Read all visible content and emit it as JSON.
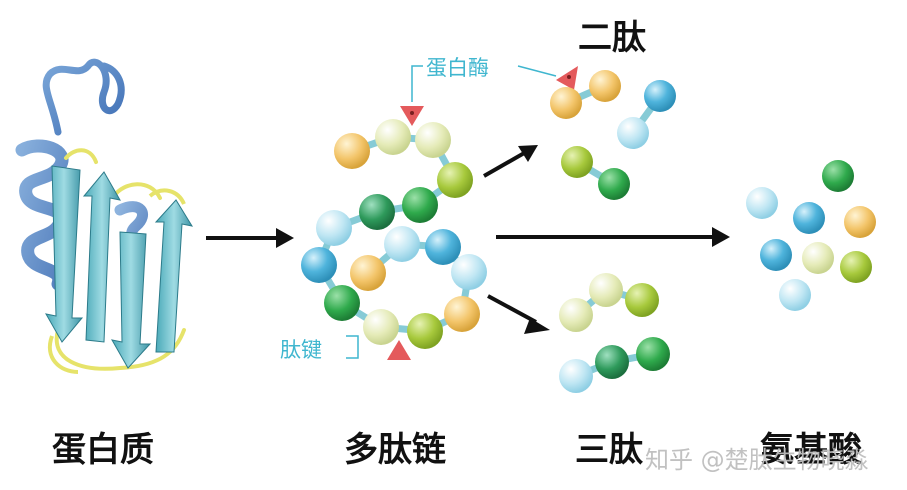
{
  "labels": {
    "protein": "蛋白质",
    "polypeptide": "多肽链",
    "tripeptide": "三肽",
    "dipeptide": "二肽",
    "amino_acids": "氨基酸"
  },
  "annotations": {
    "enzyme": "蛋白酶",
    "peptide_bond": "肽键"
  },
  "watermark": "知乎 @楚肽生物晓淼",
  "colors": {
    "cyan": "#4fb4dc",
    "light_cyan": "#bfe6f3",
    "yellow": "#f3c56a",
    "pale_yellow": "#e5ebb8",
    "lime": "#a7c93c",
    "green": "#2faa4c",
    "dark_green": "#2e9a5b",
    "bond": "#86cbd6",
    "ribbon": "#76c6d2",
    "enzyme": "#e45a5c",
    "annotation": "#3fb6cf"
  },
  "icons": [
    "protein-ribbon-icon",
    "enzyme-triangle-icon",
    "arrow-icon"
  ]
}
